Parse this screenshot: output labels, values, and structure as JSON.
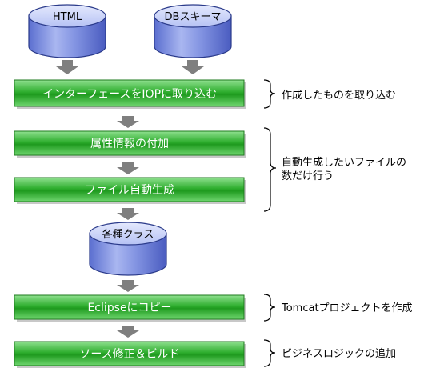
{
  "databases": {
    "html": "HTML",
    "db_schema": "DBスキーマ",
    "class_store": "各種クラス"
  },
  "steps": [
    {
      "label": "インターフェースをIOPに取り込む"
    },
    {
      "label": "属性情報の付加"
    },
    {
      "label": "ファイル自動生成"
    },
    {
      "label": "Eclipseにコピー"
    },
    {
      "label": "ソース修正＆ビルド"
    }
  ],
  "notes": {
    "import": "作成したものを取り込む",
    "auto_gen_line1": "自動生成したいファイルの",
    "auto_gen_line2": "数だけ行う",
    "tomcat": "Tomcatプロジェクトを作成",
    "business": "ビジネスロジックの追加"
  },
  "colors": {
    "cylinder_body": "#7b8fe0",
    "cylinder_top": "#c8d2f8",
    "cylinder_stroke": "#2a3a8a",
    "step_fill": "#3fbf3f",
    "step_text": "#ffffff",
    "arrow": "#7f7f7f"
  }
}
